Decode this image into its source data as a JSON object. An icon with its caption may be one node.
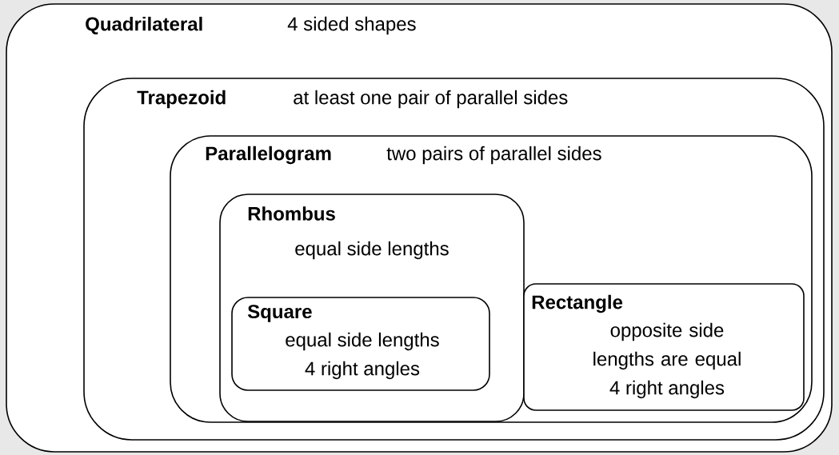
{
  "diagram": {
    "nodes": [
      {
        "text": [
          "Quadrilateral",
          "4 sided shapes"
        ]
      },
      {
        "text": [
          "Trapezoid",
          "at least one pair of parallel sides"
        ],
        "in": 0
      },
      {
        "text": [
          "Parallelogram",
          "two pairs of parallel sides"
        ],
        "in": 1
      },
      {
        "text": [
          "Rhombus",
          "equal side lengths"
        ],
        "in": 2
      },
      {
        "text": [
          "Square",
          "equal side lengths",
          "4 right angles"
        ],
        "in": 3
      },
      {
        "text": [
          "Rectangle",
          "opposite side lengths are equal",
          "4 right angles"
        ],
        "in": 2
      }
    ]
  }
}
